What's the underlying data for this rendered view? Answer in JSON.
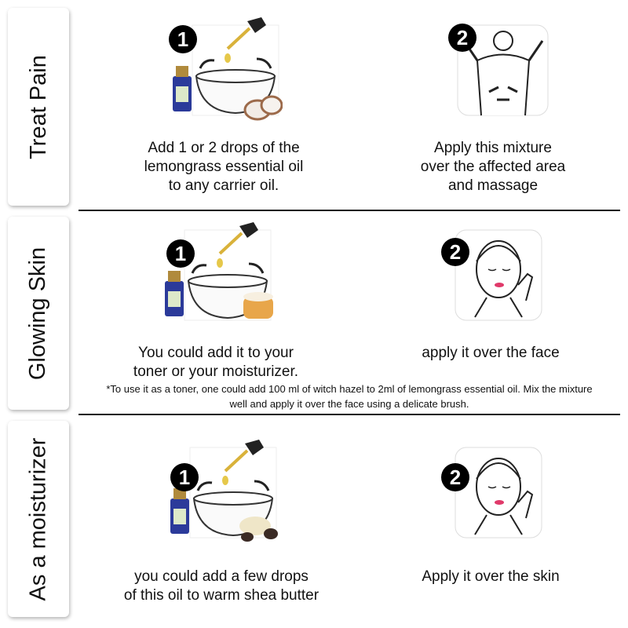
{
  "sections": [
    {
      "title": "Treat Pain",
      "steps": [
        {
          "number": "1",
          "caption_lines": [
            "Add 1 or 2 drops of the",
            "lemongrass essential oil",
            "to any carrier oil."
          ]
        },
        {
          "number": "2",
          "caption_lines": [
            "Apply this mixture",
            "over the affected area",
            "and massage"
          ]
        }
      ]
    },
    {
      "title": "Glowing Skin",
      "steps": [
        {
          "number": "1",
          "caption_lines": [
            "You could add it to your",
            "toner or your moisturizer."
          ]
        },
        {
          "number": "2",
          "caption_lines": [
            "apply it over the face"
          ]
        }
      ],
      "note_lines": [
        "*To use it as a toner, one could add 100 ml of witch hazel to 2ml of lemongrass essential oil. Mix the mixture",
        "well and apply it over the face using a delicate brush."
      ]
    },
    {
      "title": "As a moisturizer",
      "steps": [
        {
          "number": "1",
          "caption_lines": [
            "you could add a few drops",
            "of this oil to warm shea butter"
          ]
        },
        {
          "number": "2",
          "caption_lines": [
            "Apply it over the skin"
          ]
        }
      ]
    }
  ]
}
